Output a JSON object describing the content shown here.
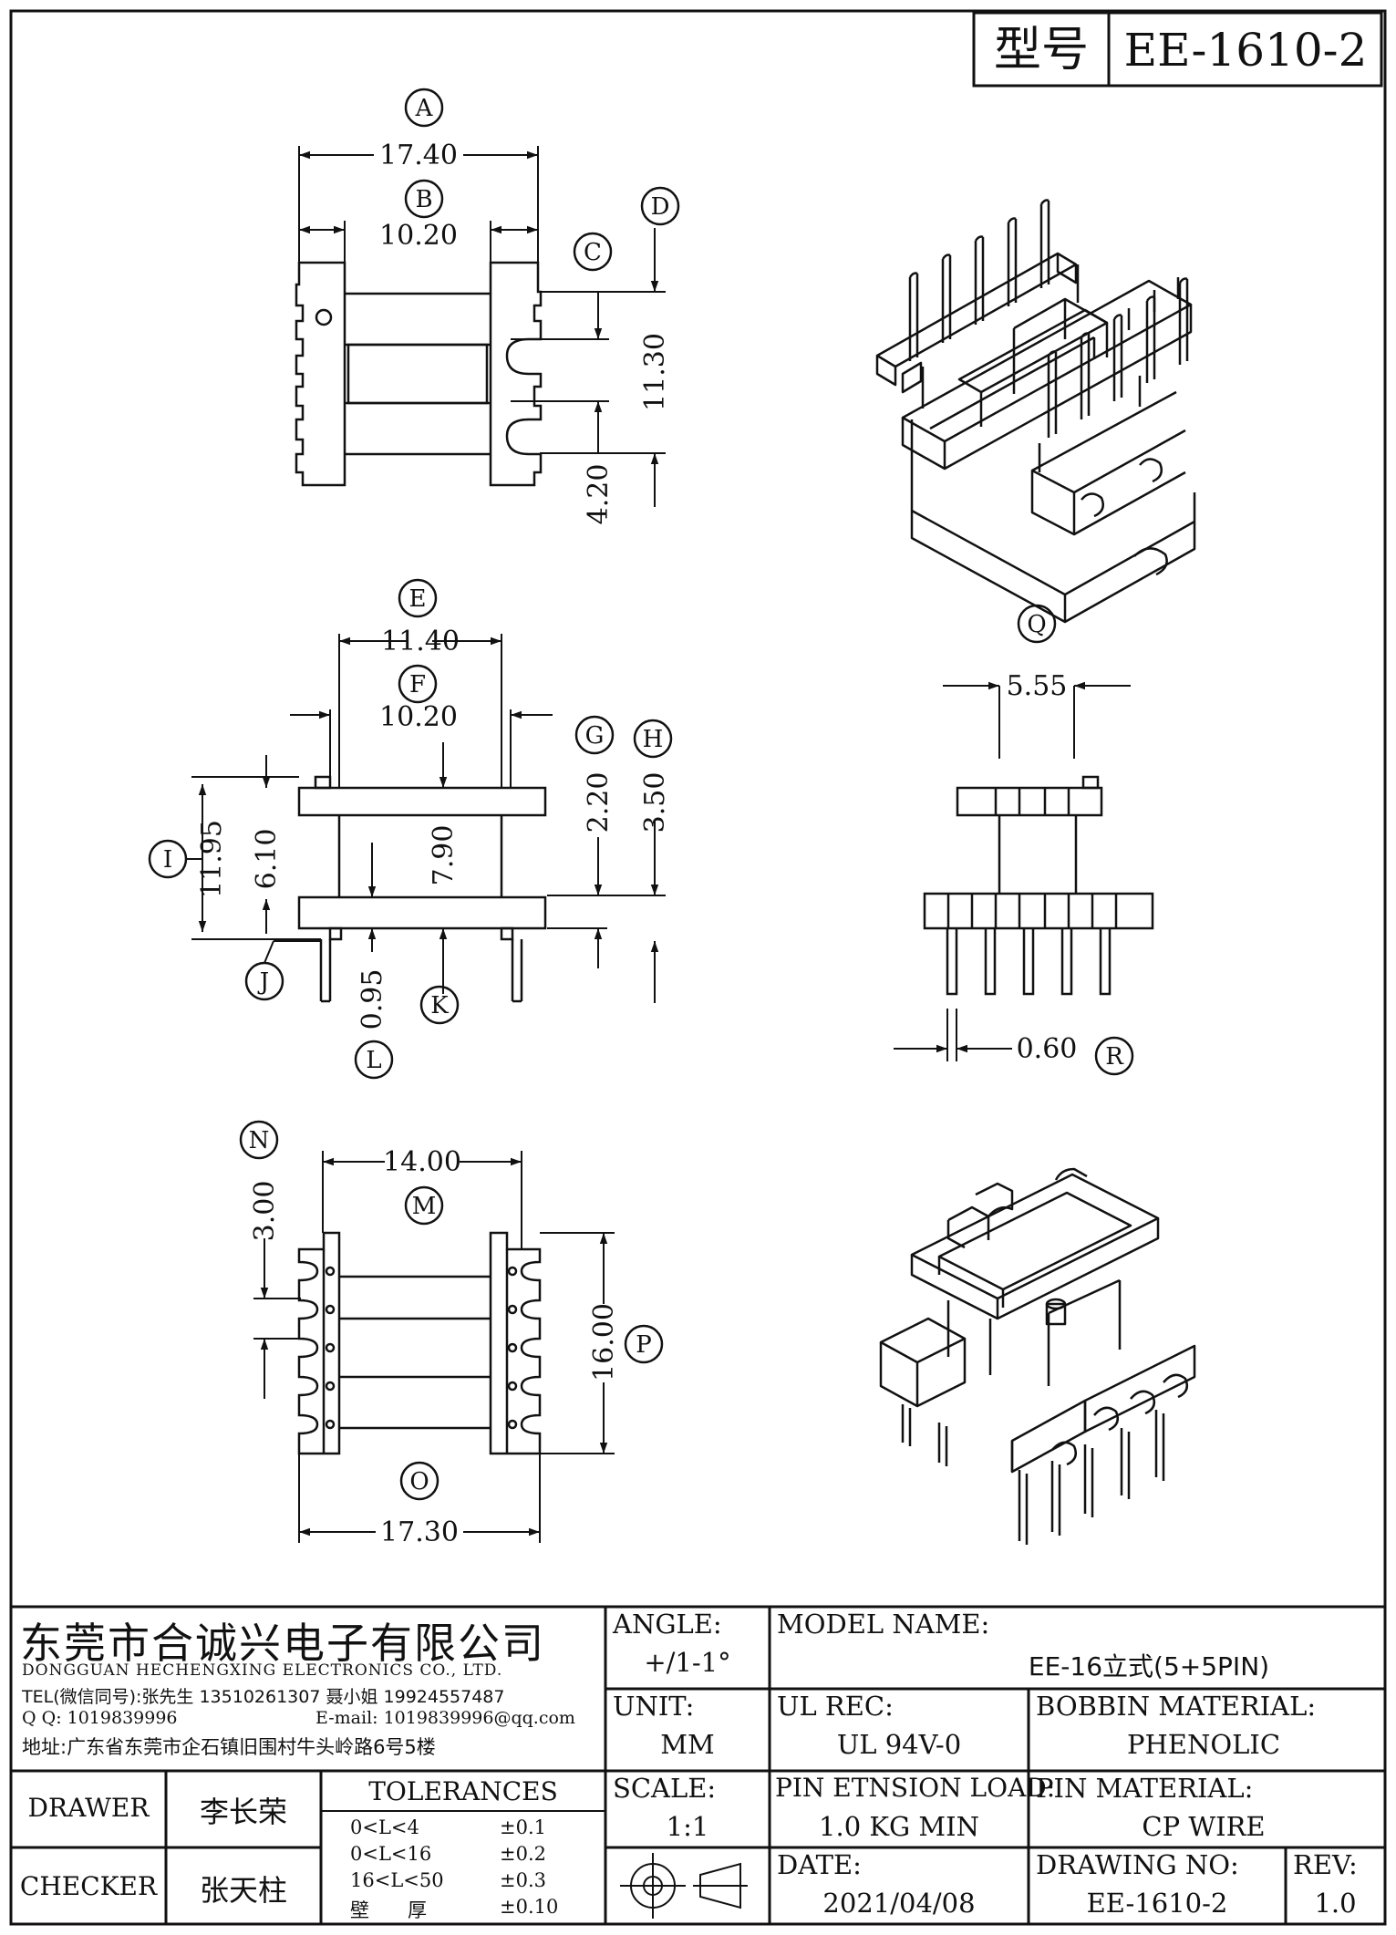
{
  "header": {
    "model_label": "型号",
    "model_value": "EE-1610-2"
  },
  "dimensions": {
    "A": "17.40",
    "B": "10.20",
    "C_D": "11.30",
    "C_lower": "4.20",
    "E": "11.40",
    "F": "10.20",
    "G": "2.20",
    "H": "3.50",
    "I": "11.95",
    "I_inner": "6.10",
    "K": "7.90",
    "L": "0.95",
    "M": "14.00",
    "N": "3.00",
    "O": "17.30",
    "P": "16.00",
    "Q": "5.55",
    "R": "0.60"
  },
  "callouts": [
    "A",
    "B",
    "C",
    "D",
    "E",
    "F",
    "G",
    "H",
    "I",
    "J",
    "K",
    "L",
    "M",
    "N",
    "O",
    "P",
    "Q",
    "R"
  ],
  "company": {
    "name_cn": "东莞市合诚兴电子有限公司",
    "name_en": "DONGGUAN HECHENGXING ELECTRONICS CO., LTD.",
    "tel": "TEL(微信同号):张先生 13510261307 聂小姐 19924557487",
    "qq": "Q Q: 1019839996",
    "email": "E-mail: 1019839996@qq.com",
    "address": "地址:广东省东莞市企石镇旧围村牛头岭路6号5楼"
  },
  "title_block": {
    "angle_label": "ANGLE:",
    "angle_value": "+/1-1°",
    "model_name_label": "MODEL NAME:",
    "model_name_value": "EE-16立式(5+5PIN)",
    "unit_label": "UNIT:",
    "unit_value": "MM",
    "ul_label": "UL REC:",
    "ul_value": "UL 94V-0",
    "bobbin_label": "BOBBIN MATERIAL:",
    "bobbin_value": "PHENOLIC",
    "scale_label": "SCALE:",
    "scale_value": "1:1",
    "pin_load_label": "PIN ETNSION LOAD:",
    "pin_load_value": "1.0 KG MIN",
    "pin_material_label": "PIN MATERIAL:",
    "pin_material_value": "CP WIRE",
    "date_label": "DATE:",
    "date_value": "2021/04/08",
    "drawing_no_label": "DRAWING NO:",
    "drawing_no_value": "EE-1610-2",
    "rev_label": "REV:",
    "rev_value": "1.0",
    "drawer_label": "DRAWER",
    "drawer_value": "李长荣",
    "checker_label": "CHECKER",
    "checker_value": "张天柱",
    "tolerances_label": "TOLERANCES",
    "tolerances": [
      {
        "range": "0<L<4",
        "value": "±0.1"
      },
      {
        "range": "0<L<16",
        "value": "±0.2"
      },
      {
        "range": "16<L<50",
        "value": "±0.3"
      },
      {
        "range": "壁　　厚",
        "value": "±0.10"
      }
    ]
  }
}
